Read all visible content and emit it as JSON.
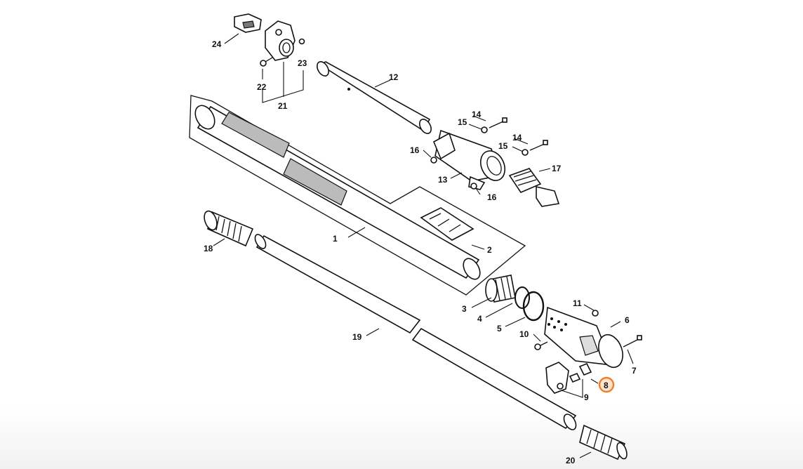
{
  "diagram": {
    "callouts": [
      {
        "id": "c1",
        "label": "1"
      },
      {
        "id": "c2",
        "label": "2"
      },
      {
        "id": "c3",
        "label": "3"
      },
      {
        "id": "c4",
        "label": "4"
      },
      {
        "id": "c5",
        "label": "5"
      },
      {
        "id": "c6",
        "label": "6"
      },
      {
        "id": "c7",
        "label": "7"
      },
      {
        "id": "c8",
        "label": "8"
      },
      {
        "id": "c9",
        "label": "9"
      },
      {
        "id": "c10",
        "label": "10"
      },
      {
        "id": "c11",
        "label": "11"
      },
      {
        "id": "c12",
        "label": "12"
      },
      {
        "id": "c13",
        "label": "13"
      },
      {
        "id": "c14a",
        "label": "14"
      },
      {
        "id": "c14b",
        "label": "14"
      },
      {
        "id": "c15a",
        "label": "15"
      },
      {
        "id": "c15b",
        "label": "15"
      },
      {
        "id": "c16a",
        "label": "16"
      },
      {
        "id": "c16b",
        "label": "16"
      },
      {
        "id": "c17",
        "label": "17"
      },
      {
        "id": "c18",
        "label": "18"
      },
      {
        "id": "c19",
        "label": "19"
      },
      {
        "id": "c20",
        "label": "20"
      },
      {
        "id": "c21",
        "label": "21"
      },
      {
        "id": "c22",
        "label": "22"
      },
      {
        "id": "c23",
        "label": "23"
      },
      {
        "id": "c24",
        "label": "24"
      }
    ],
    "highlighted_callout": "8",
    "highlight_color": "#f07d2a",
    "line_color": "#111111"
  }
}
